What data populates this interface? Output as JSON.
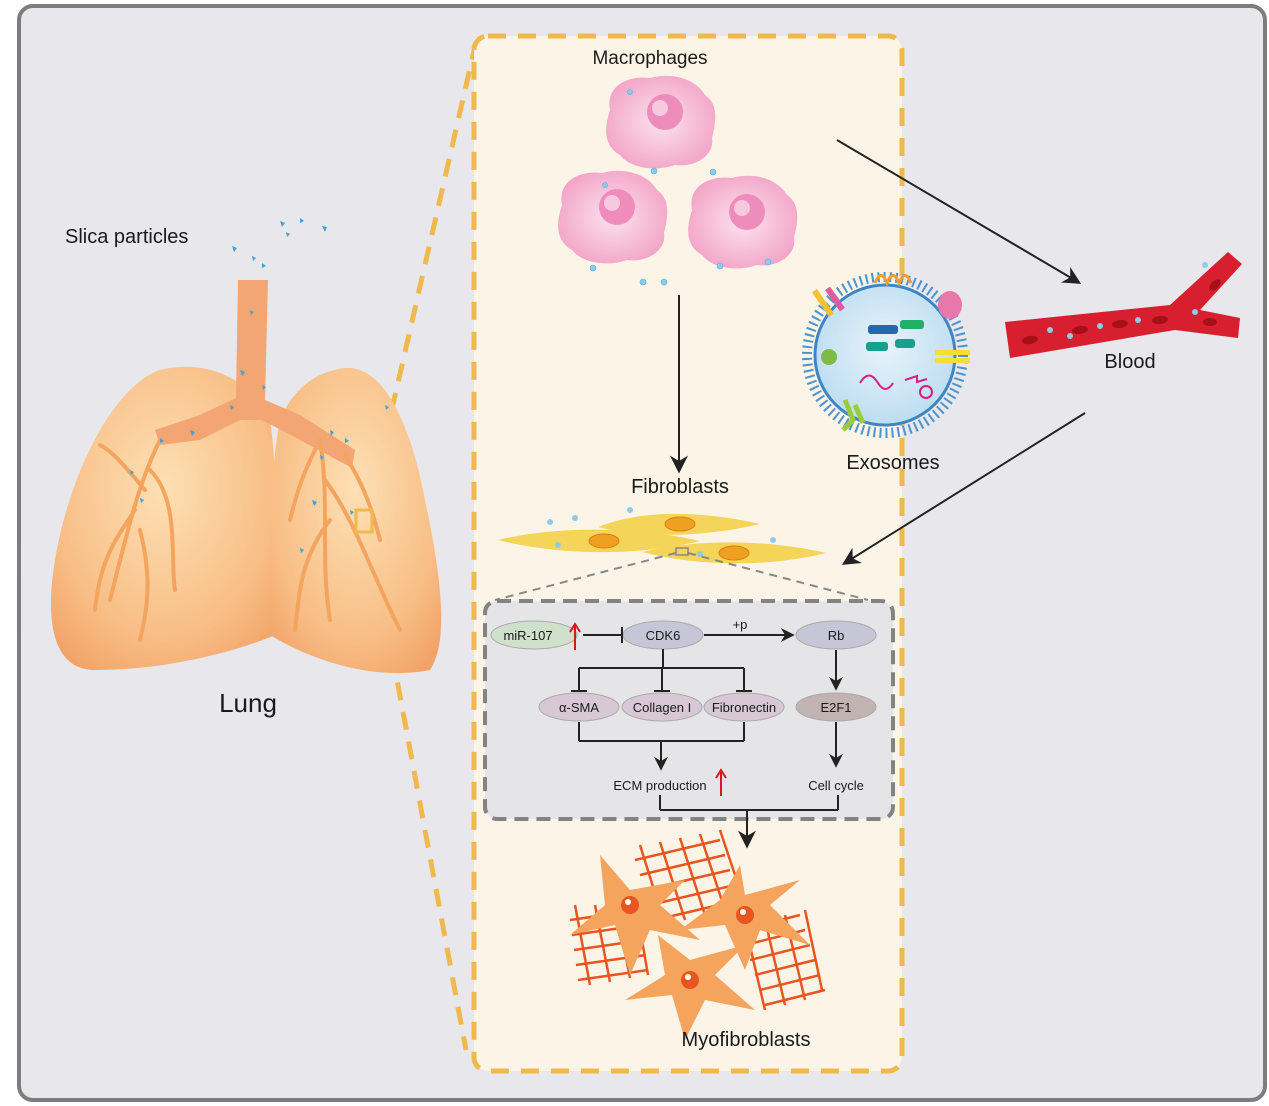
{
  "labels": {
    "silica": "Slica particles",
    "lung": "Lung",
    "macrophages": "Macrophages",
    "exosomes": "Exosomes",
    "blood": "Blood",
    "fibroblasts": "Fibroblasts",
    "myofibroblasts": "Myofibroblasts"
  },
  "pathway": {
    "mir": "miR-107",
    "cdk6": "CDK6",
    "phospho": "+p",
    "rb": "Rb",
    "asma": "α-SMA",
    "collagen": "Collagen I",
    "fibronectin": "Fibronectin",
    "e2f1": "E2F1",
    "ecm": "ECM production",
    "cellcycle": "Cell cycle"
  },
  "colors": {
    "background": "#e8e7eb",
    "frame": "#7d7d7d",
    "dashed_box": "#f0b94e",
    "panel_fill": "#fdf4e8",
    "lung": "#f7b980",
    "macrophage": "#f4a8cc",
    "fibroblast": "#f5d45a",
    "myofibroblast": "#f5a45d",
    "vessel": "#d81f2f",
    "particle": "#3fa3d8",
    "up_arrow": "#d7191c"
  }
}
